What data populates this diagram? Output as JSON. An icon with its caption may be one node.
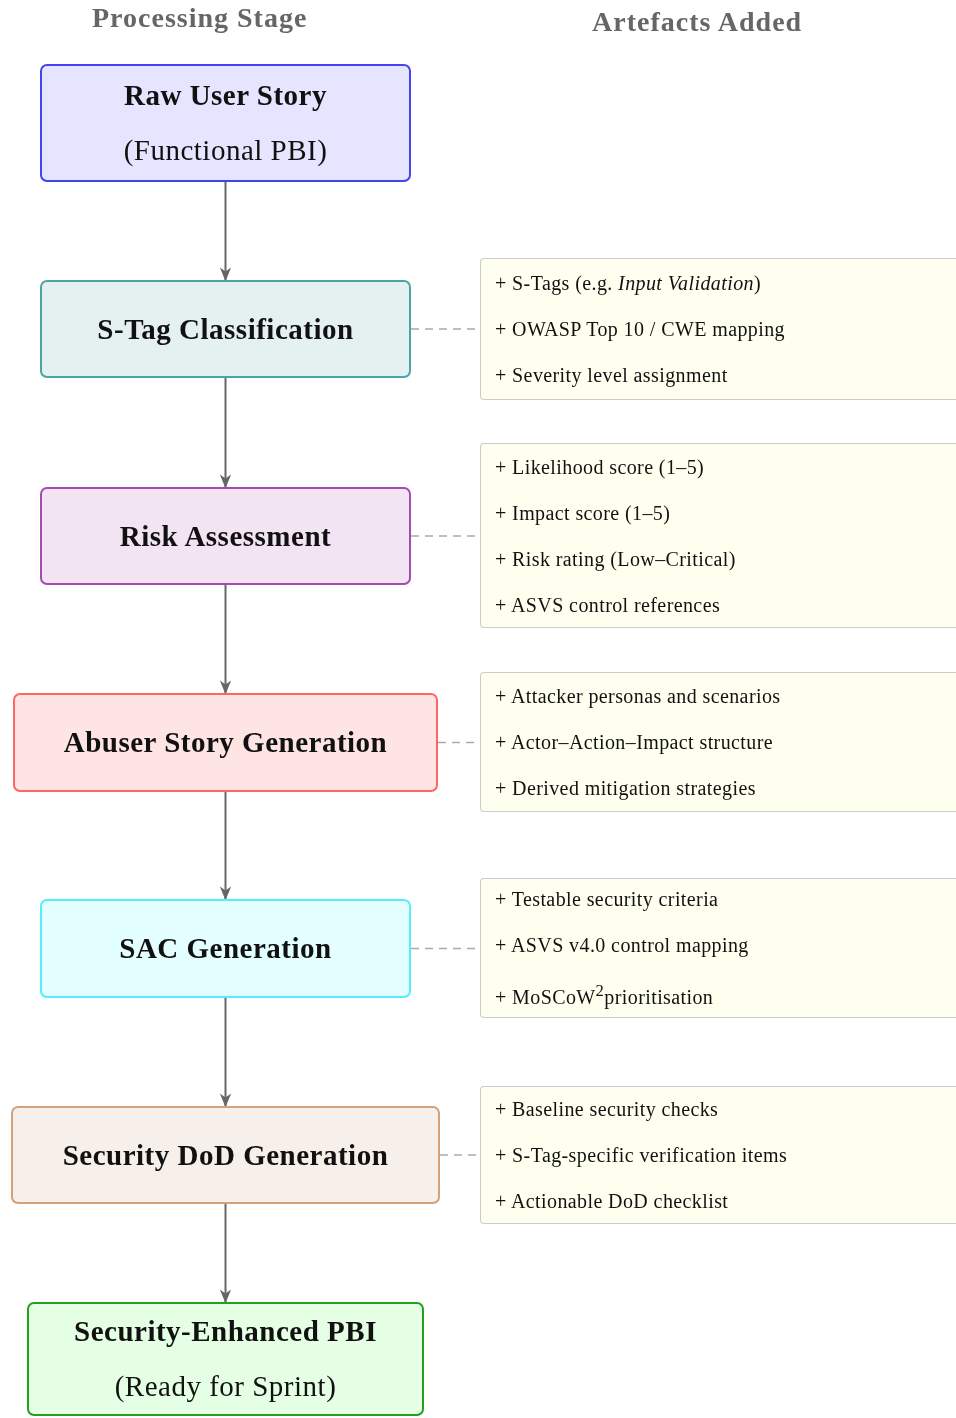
{
  "diagram": {
    "nodes": [
      {
        "text": [
          "Raw User Story",
          "(Functional PBI)"
        ]
      },
      {
        "text": [
          "S-Tag Classification"
        ]
      },
      {
        "text": [
          "+ S-Tags (e.g. *Input Validation*)",
          "+ OWASP Top 10 / CWE mapping",
          "+ Severity level assignment"
        ]
      },
      {
        "text": [
          "Risk Assessment"
        ]
      },
      {
        "text": [
          "+ Likelihood score (1–5)",
          "+ Impact score (1–5)",
          "+ Risk rating (Low–Critical)",
          "+ ASVS control references"
        ]
      },
      {
        "text": [
          "Abuser Story Generation"
        ]
      },
      {
        "text": [
          "+ Attacker personas and scenarios",
          "+ Actor–Action–Impact structure",
          "+ Derived mitigation strategies"
        ]
      },
      {
        "text": [
          "SAC Generation"
        ]
      },
      {
        "text": [
          "+ Testable security criteria",
          "+ ASVS v4.0 control mapping",
          "+ MoSCoW$^{2}$prioritisation"
        ]
      },
      {
        "text": [
          "Security DoD Generation"
        ]
      },
      {
        "text": [
          "+ Baseline security checks",
          "+ S-Tag-specific verification items",
          "+ Actionable DoD checklist"
        ]
      },
      {
        "text": [
          "Security-Enhanced PBI",
          "(Ready for Sprint)"
        ]
      }
    ],
    "edges": [
      {
        "from": 0,
        "to": 1,
        "arrow": "to"
      },
      {
        "from": 1,
        "to": 3,
        "arrow": "to"
      },
      {
        "from": 3,
        "to": 5,
        "arrow": "to"
      },
      {
        "from": 5,
        "to": 7,
        "arrow": "to"
      },
      {
        "from": 7,
        "to": 9,
        "arrow": "to"
      },
      {
        "from": 9,
        "to": 11,
        "arrow": "to"
      },
      {
        "from": 1,
        "to": 2,
        "arrow": "none",
        "style": "dashed",
        "color": "#aaaaaa"
      },
      {
        "from": 3,
        "to": 4,
        "arrow": "none",
        "style": "dashed",
        "color": "#aaaaaa"
      },
      {
        "from": 5,
        "to": 6,
        "arrow": "none",
        "style": "dashed",
        "color": "#aaaaaa"
      },
      {
        "from": 7,
        "to": 8,
        "arrow": "none",
        "style": "dashed",
        "color": "#aaaaaa"
      },
      {
        "from": 9,
        "to": 10,
        "arrow": "none",
        "style": "dashed",
        "color": "#aaaaaa"
      }
    ],
    "labels": [
      "Processing Stage",
      "Artefacts Added"
    ]
  }
}
